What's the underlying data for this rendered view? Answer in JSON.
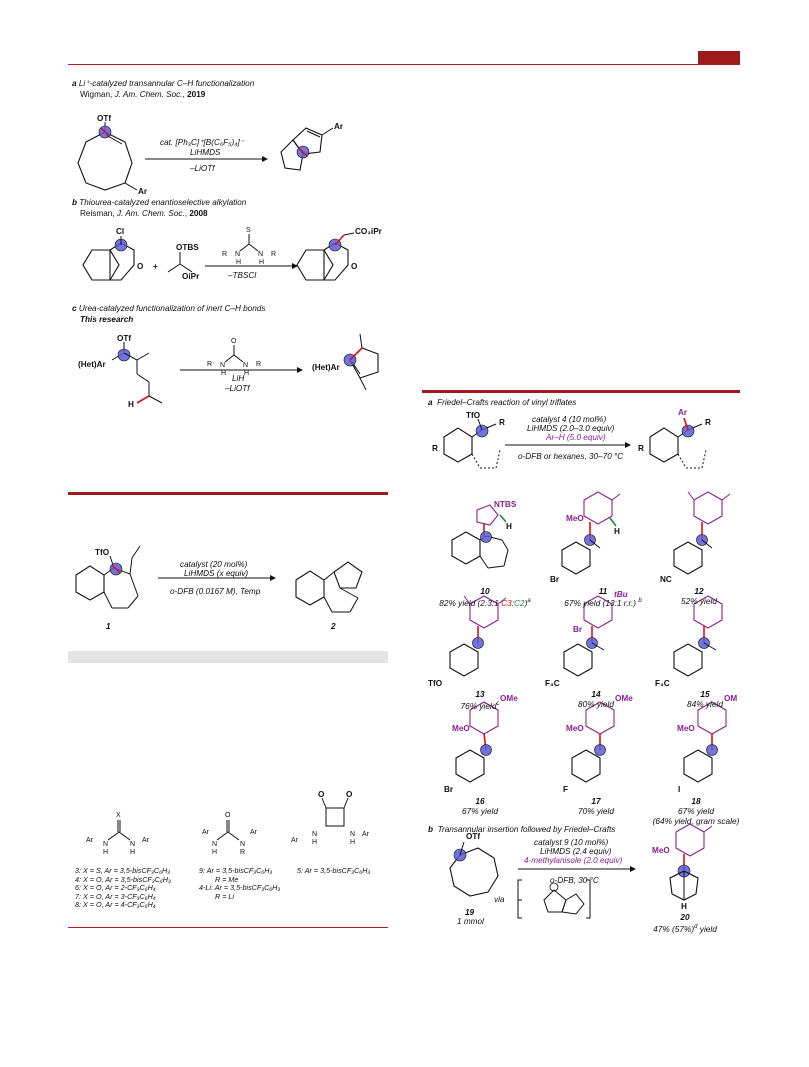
{
  "panels": {
    "a1": {
      "tag": "a",
      "title": "Li⁺-catalyzed transannular C–H functionalization",
      "cite_author": "Wigman, ",
      "cite_journal": "J. Am. Chem. Soc.",
      "cite_year": "2019",
      "reagent1": "cat. [Ph₃C]⁺[B(C₆F₅)₄]⁻",
      "reagent2": "LiHMDS",
      "reagent3": "–LiOTf",
      "sm_label": "OTf",
      "sm_ar": "Ar",
      "pr_ar": "Ar"
    },
    "b1": {
      "tag": "b",
      "title": "Thiourea-catalyzed enantioselective alkylation",
      "cite_author": "Reisman, ",
      "cite_journal": "J. Am. Chem. Soc.",
      "cite_year": "2008",
      "cl": "Cl",
      "o1": "O",
      "plus": "+",
      "otbs": "OTBS",
      "oipr": "OiPr",
      "s": "S",
      "r1": "R",
      "r2": "R",
      "n1": "N",
      "n2": "N",
      "h1": "H",
      "h2": "H",
      "byproduct": "–TBSCl",
      "co2ipr": "CO₂iPr",
      "o2": "O"
    },
    "c1": {
      "tag": "c",
      "title": "Urea-catalyzed functionalization of inert C–H bonds",
      "subtitle": "This research",
      "otf": "OTf",
      "hetar": "(Het)Ar",
      "h": "H",
      "urea_o": "O",
      "urea_r1": "R",
      "urea_r2": "R",
      "urea_n1": "N",
      "urea_n2": "N",
      "urea_h1": "H",
      "urea_h2": "H",
      "reagent1": "LiH",
      "reagent2": "–LiOTf",
      "hetar2": "(Het)Ar"
    }
  },
  "table_scheme": {
    "tfo": "TfO",
    "reagent1": "catalyst (20 mol%)",
    "reagent2": "LiHMDS (x equiv)",
    "reagent3": "o-DFB (0.0167 M), Temp",
    "sm_num": "1",
    "pr_num": "2"
  },
  "catalysts": {
    "c1_x": "X",
    "c1_ar1": "Ar",
    "c1_ar2": "Ar",
    "c1_n1": "N",
    "c1_n2": "N",
    "c1_h1": "H",
    "c1_h2": "H",
    "c2_o": "O",
    "c2_ar1": "Ar",
    "c2_ar2": "Ar",
    "c2_n1": "N",
    "c2_n2": "N",
    "c2_h": "H",
    "c2_r": "R",
    "c3_o1": "O",
    "c3_o2": "O",
    "c3_ar1": "Ar",
    "c3_ar2": "Ar",
    "c3_n1": "N",
    "c3_n2": "N",
    "c3_h1": "H",
    "c3_h2": "H",
    "lines_col1": [
      "3: X = S, Ar = 3,5-bisCF₃C₆H₃",
      "4: X = O, Ar = 3,5-bisCF₃C₆H₃",
      "6: X = O, Ar = 2-CF₃C₆H₄",
      "7: X = O, Ar = 3-CF₃C₆H₄",
      "8: X = O, Ar = 4-CF₃C₆H₄"
    ],
    "lines_col2": [
      "9: Ar = 3,5-bisCF₃C₆H₃",
      "R = Me",
      "4-Li: Ar = 3,5-bisCF₃C₆H₃",
      "R = Li"
    ],
    "line_col3": "5: Ar = 3,5-bisCF₃C₆H₃"
  },
  "scope_a": {
    "tag": "a",
    "title": "Friedel–Crafts reaction of vinyl triflates",
    "tfo": "TfO",
    "r1": "R",
    "r2": "R",
    "ar": "Ar",
    "r3": "R",
    "r4": "R",
    "reagent1": "catalyst 4 (10 mol%)",
    "reagent2": "LiHMDS (2.0–3.0 equiv)",
    "reagent3": "Ar–H (5.0 equiv)",
    "reagent4": "o-DFB or hexanes, 30–70 °C"
  },
  "compounds": [
    {
      "num": "10",
      "yield": "82% yield (2.3:1 ",
      "c3": "C3",
      ":": ":",
      "c2": "C2",
      "tail": ")",
      "sup": "a",
      "sub_label": "NTBS",
      "h": "H"
    },
    {
      "num": "11",
      "yield": "67% yield (13:1 r.r.) ",
      "sup": "b",
      "meo": "MeO",
      "h": "H",
      "br": "Br"
    },
    {
      "num": "12",
      "yield": "52% yield",
      "nc": "NC"
    },
    {
      "num": "13",
      "yield": "76% yield",
      "sup": "c",
      "tfo": "TfO"
    },
    {
      "num": "14",
      "yield": "80% yield",
      "br": "Br",
      "tbu": "tBu",
      "f3c": "F₃C"
    },
    {
      "num": "15",
      "yield": "84% yield",
      "f3c": "F₃C"
    },
    {
      "num": "16",
      "yield": "67% yield",
      "meo": "MeO",
      "ome": "OMe",
      "br": "Br"
    },
    {
      "num": "17",
      "yield": "70% yield",
      "meo": "MeO",
      "ome": "OMe",
      "f": "F"
    },
    {
      "num": "18",
      "yield": "67% yield",
      "yield2": "(64% yield, gram scale)",
      "meo": "MeO",
      "om": "OM",
      "i": "I"
    }
  ],
  "scope_b": {
    "tag": "b",
    "title": "Transannular insertion followed by Friedel–Crafts",
    "otf": "OTf",
    "reagent1": "catalyst 9 (10 mol%)",
    "reagent2": "LiHMDS (2.4 equiv)",
    "reagent3": "4-methylanisole (2.0 equiv)",
    "reagent4": "o-DFB, 30 °C",
    "via": "via",
    "sm_num": "19",
    "sm_scale": "1 mmol",
    "meo": "MeO",
    "h": "H",
    "pr_num": "20",
    "yield": "47% (57%)",
    "sup": "d",
    "yield_tail": " yield"
  },
  "colors": {
    "accent_red": "#b01c1c",
    "purple": "#8b1f8f",
    "green": "#1a8a3a",
    "blue_circle": "#5a5ad8",
    "red_bond": "#e01010"
  }
}
